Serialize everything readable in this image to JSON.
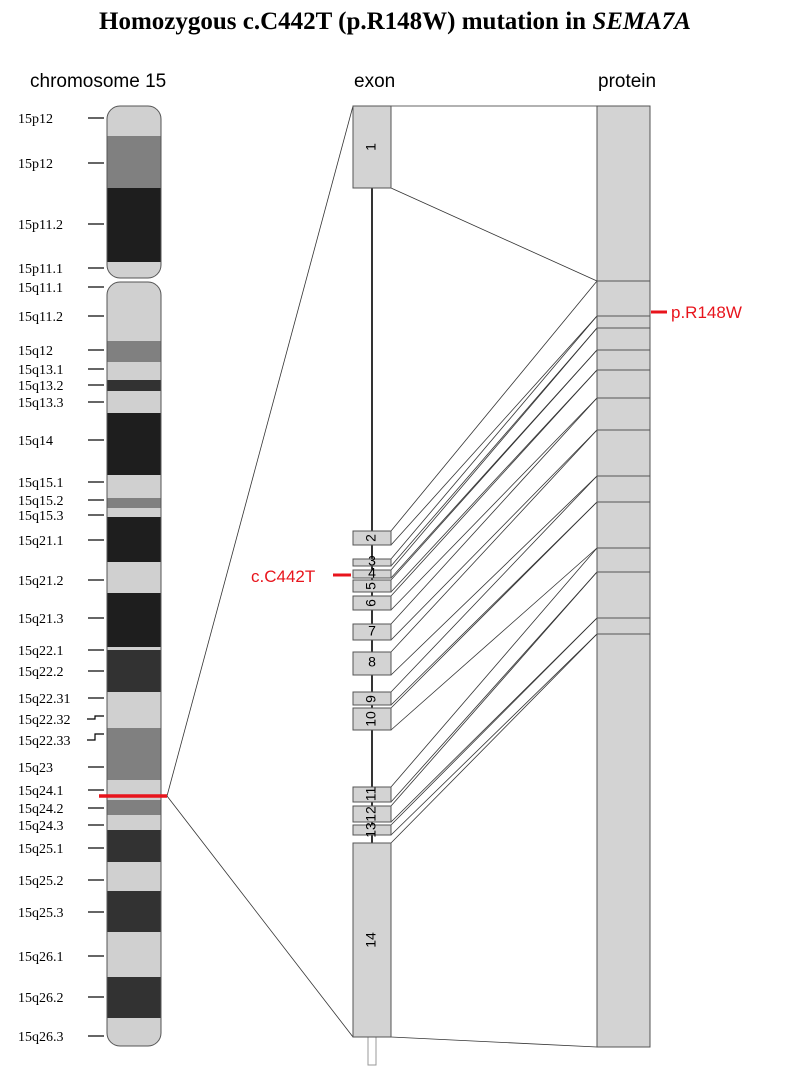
{
  "title": {
    "prefix": "Homozygous c.C442T (p.R148W) mutation in ",
    "gene": "SEMA7A"
  },
  "headers": {
    "chromosome": "chromosome 15",
    "exon": "exon",
    "protein": "protein"
  },
  "colors": {
    "mutation": "#e8141c",
    "light_band": "#d0d0d0",
    "mid_band": "#808080",
    "dark_band": "#1e1e1e",
    "dark2_band": "#323232",
    "exon_fill": "#d3d3d3",
    "outline": "#555555"
  },
  "bands": [
    {
      "label": "15p12",
      "shade": "light"
    },
    {
      "label": "15p12",
      "shade": "mid"
    },
    {
      "label": "15p11.2",
      "shade": "dark"
    },
    {
      "label": "15p11.1",
      "shade": "light"
    },
    {
      "label": "15q11.1",
      "shade": "light"
    },
    {
      "label": "15q11.2",
      "shade": "light"
    },
    {
      "label": "15q12",
      "shade": "mid"
    },
    {
      "label": "15q13.1",
      "shade": "light"
    },
    {
      "label": "15q13.2",
      "shade": "dark2"
    },
    {
      "label": "15q13.3",
      "shade": "light"
    },
    {
      "label": "15q14",
      "shade": "dark"
    },
    {
      "label": "15q15.1",
      "shade": "light"
    },
    {
      "label": "15q15.2",
      "shade": "mid"
    },
    {
      "label": "15q15.3",
      "shade": "light"
    },
    {
      "label": "15q21.1",
      "shade": "dark"
    },
    {
      "label": "15q21.2",
      "shade": "light"
    },
    {
      "label": "15q21.3",
      "shade": "dark"
    },
    {
      "label": "15q22.1",
      "shade": "light"
    },
    {
      "label": "15q22.2",
      "shade": "dark2"
    },
    {
      "label": "15q22.31",
      "shade": "light"
    },
    {
      "label": "15q22.32",
      "shade": "light"
    },
    {
      "label": "15q22.33",
      "shade": "mid"
    },
    {
      "label": "15q23",
      "shade": "mid"
    },
    {
      "label": "15q24.1",
      "shade": "light"
    },
    {
      "label": "15q24.2",
      "shade": "mid"
    },
    {
      "label": "15q24.3",
      "shade": "light"
    },
    {
      "label": "15q25.1",
      "shade": "dark2"
    },
    {
      "label": "15q25.2",
      "shade": "light"
    },
    {
      "label": "15q25.3",
      "shade": "dark2"
    },
    {
      "label": "15q26.1",
      "shade": "light"
    },
    {
      "label": "15q26.2",
      "shade": "dark2"
    },
    {
      "label": "15q26.3",
      "shade": "light"
    }
  ],
  "exons": [
    "1",
    "2",
    "3",
    "4",
    "5",
    "6",
    "7",
    "8",
    "9",
    "10",
    "11",
    "12",
    "13",
    "14"
  ],
  "mutation": {
    "dna": "c.C442T",
    "protein": "p.R148W"
  }
}
